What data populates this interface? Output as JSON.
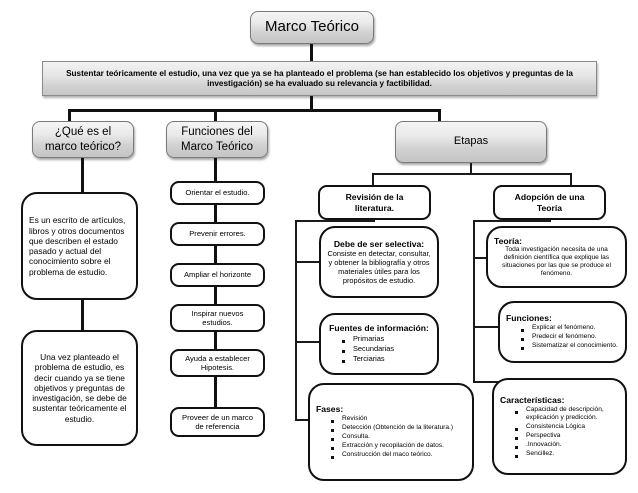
{
  "diagram": {
    "title": "Marco Teórico",
    "banner": "Sustentar teóricamente el estudio, una vez que ya se ha planteado el problema (se han establecido los objetivos y preguntas de la investigación) se ha evaluado su relevancia y factibilidad.",
    "branches": {
      "que_es": {
        "label": "¿Qué es el marco teórico?",
        "box1": "Es un escrito de artículos, libros y otros documentos que describen el estado pasado y actual del conocimiento sobre el problema de estudio.",
        "box2": "Una vez planteado el problema de estudio, es decir cuando ya se tiene objetivos y preguntas de investigación, se debe de sustentar teóricamente el estudio."
      },
      "funciones": {
        "label": "Funciones del Marco Teórico",
        "chain": [
          "Orientar el estudio.",
          "Prevenir errores.",
          "Ampliar el horizonte",
          "Inspirar nuevos estudios.",
          "Ayuda a establecer Hipotesis.",
          "Proveer de un marco de referencia"
        ]
      },
      "etapas": {
        "label": "Etapas",
        "revision": {
          "label": "Revisión de la literatura.",
          "selectiva": {
            "header": "Debe de ser selectiva:",
            "body": "Consiste en detectar, consultar, y obtener la bibliografía y otros materiales útiles para los propósitos de estudio."
          },
          "fuentes": {
            "header": "Fuentes de información:",
            "items": [
              "Primarias",
              "Secundarias",
              "Terciarias"
            ]
          },
          "fases": {
            "header": "Fases:",
            "items": [
              "Revisión",
              "Detección (Obtención de la literatura.)",
              "Consulta.",
              "Extracción y recopilación de datos.",
              "Construcción del maco teórico."
            ]
          }
        },
        "adopcion": {
          "label": "Adopción de una Teoría",
          "teoria": {
            "header": "Teoría:",
            "body": "Toda investigación necesita de una definición científica que explique las situaciones por las que se produce el fenómeno."
          },
          "funciones": {
            "header": "Funciones:",
            "items": [
              "Explicar el fenómeno.",
              "Predecir el fenómeno.",
              "Sistematizar el conocimiento."
            ]
          },
          "caracteristicas": {
            "header": "Características:",
            "items": [
              "Capacidad de descripción, explicación y predicción.",
              "Consistencia Lógica",
              "Perspectiva",
              ".Innovación.",
              "Sencillez."
            ]
          }
        }
      }
    },
    "colors": {
      "line": "#111111",
      "node_fill": "#ffffff",
      "grad_top": "#f5f5f5",
      "grad_bottom": "#c4c4c4"
    }
  }
}
